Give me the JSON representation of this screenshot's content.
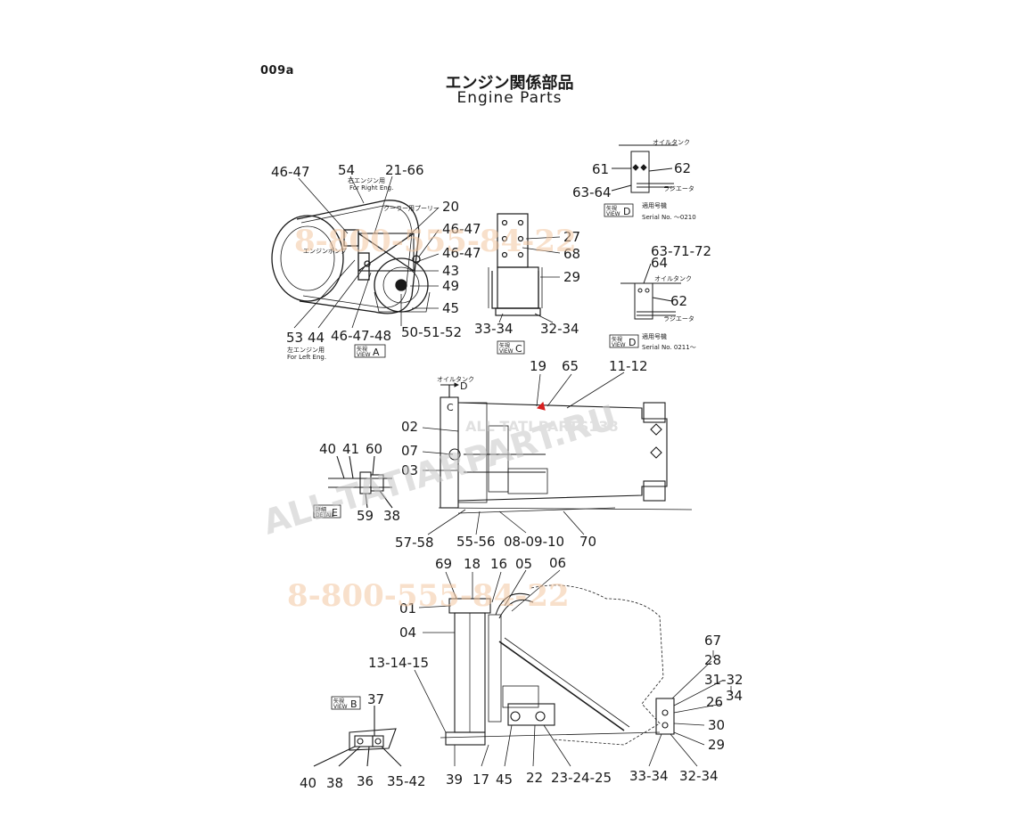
{
  "header": {
    "code": "009a",
    "title_ja": "エンジン関係部品",
    "title_en": "Engine Parts"
  },
  "watermarks": {
    "phone": "8-800-555-84-22",
    "site": "ALL-TATIARPART.RU",
    "mid": "ALL TATI PARTS138",
    "color_phone": "#f3c7a2",
    "color_site": "#c8c8c8"
  },
  "view_a": {
    "labels": [
      "46-47",
      "54",
      "21-66",
      "20",
      "46-47",
      "46-47",
      "43",
      "49",
      "45",
      "53",
      "44",
      "46-47-48",
      "50-51-52"
    ],
    "note_right": "右エンジン用",
    "note_right_en": "For Right Eng.",
    "note_left": "左エンジン用",
    "note_left_en": "For Left Eng.",
    "note_engine": "エンジンポンプ",
    "note_pulley": "クーラー用プーリー",
    "view_jp": "矢視",
    "view_word": "VIEW",
    "view_letter": "A"
  },
  "view_c": {
    "labels": [
      "27",
      "68",
      "29",
      "33-34",
      "32-34"
    ],
    "view_jp": "矢視",
    "view_word": "VIEW",
    "view_letter": "C"
  },
  "view_d1": {
    "labels": [
      "61",
      "62",
      "63-64"
    ],
    "note_tank": "オイルタンク",
    "note_radiator": "ラジエータ",
    "view_jp": "矢視",
    "view_word": "VIEW",
    "view_letter": "D",
    "serial_jp": "適用号機",
    "serial": "Serial No. ～0210"
  },
  "view_d2": {
    "labels": [
      "63-71-72",
      "64",
      "62"
    ],
    "note_tank": "オイルタンク",
    "note_radiator": "ラジエータ",
    "view_jp": "矢視",
    "view_word": "VIEW",
    "view_letter": "D",
    "serial_jp": "適用号機",
    "serial": "Serial No. 0211～"
  },
  "top_view": {
    "labels": [
      "19",
      "65",
      "11-12",
      "02",
      "07",
      "03",
      "57-58",
      "55-56",
      "08-09-10",
      "70"
    ],
    "note_tank": "オイルタンク",
    "marker_d": "D",
    "marker_c": "C"
  },
  "detail_e": {
    "labels": [
      "40",
      "41",
      "60",
      "59",
      "38"
    ],
    "view_jp": "詳細",
    "view_word": "DETAIL",
    "view_letter": "E"
  },
  "side_view": {
    "labels": [
      "69",
      "18",
      "16",
      "05",
      "06",
      "01",
      "04",
      "13-14-15",
      "67",
      "28",
      "31-32",
      "34",
      "26",
      "30",
      "29",
      "39",
      "17",
      "45",
      "22",
      "23-24-25",
      "33-34",
      "32-34"
    ]
  },
  "view_b": {
    "labels": [
      "37",
      "40",
      "38",
      "36",
      "35-42"
    ],
    "view_jp": "矢視",
    "view_word": "VIEW",
    "view_letter": "B"
  }
}
